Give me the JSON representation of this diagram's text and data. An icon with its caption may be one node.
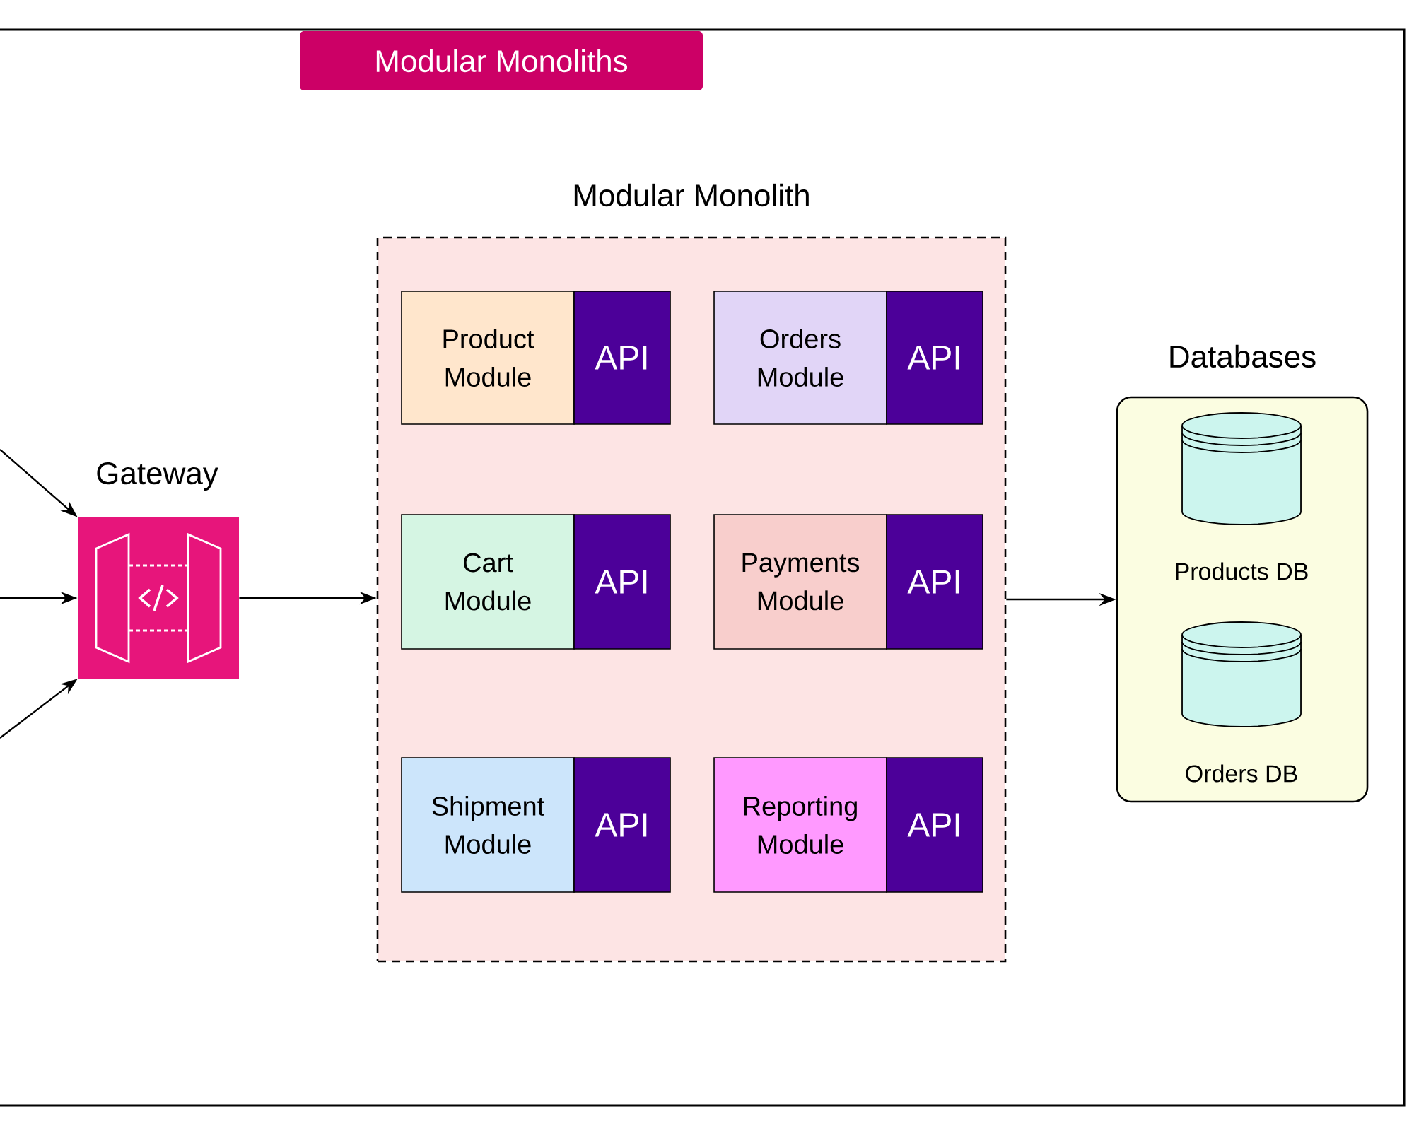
{
  "diagram": {
    "title": "Modular Monoliths",
    "nodes": [
      {
        "text": [
          "Modular Monolith"
        ]
      },
      {
        "text": [
          "Product Module"
        ],
        "in": 0
      },
      {
        "text": [
          "API"
        ],
        "in": 0
      },
      {
        "text": [
          "Orders Module"
        ],
        "in": 0
      },
      {
        "text": [
          "API"
        ],
        "in": 0
      },
      {
        "text": [
          "Cart Module"
        ],
        "in": 0
      },
      {
        "text": [
          "API"
        ],
        "in": 0
      },
      {
        "text": [
          "Payments Module"
        ],
        "in": 0
      },
      {
        "text": [
          "API"
        ],
        "in": 0
      },
      {
        "text": [
          "Shipment Module"
        ],
        "in": 0
      },
      {
        "text": [
          "API"
        ],
        "in": 0
      },
      {
        "text": [
          "Reporting Module"
        ],
        "in": 0
      },
      {
        "text": [
          "API"
        ],
        "in": 0
      },
      {
        "text": [
          "Gateway"
        ]
      },
      {
        "text": [
          "Databases"
        ]
      },
      {
        "text": [
          "Products DB"
        ],
        "in": 14
      },
      {
        "text": [
          "Orders DB"
        ],
        "in": 14
      }
    ],
    "edges": [
      {
        "from": null,
        "to": 13,
        "arrow": "to"
      },
      {
        "from": null,
        "to": 13,
        "arrow": "to"
      },
      {
        "from": null,
        "to": 13,
        "arrow": "to"
      },
      {
        "from": 13,
        "to": 0,
        "arrow": "to"
      },
      {
        "from": 0,
        "to": 14,
        "arrow": "to"
      }
    ]
  }
}
